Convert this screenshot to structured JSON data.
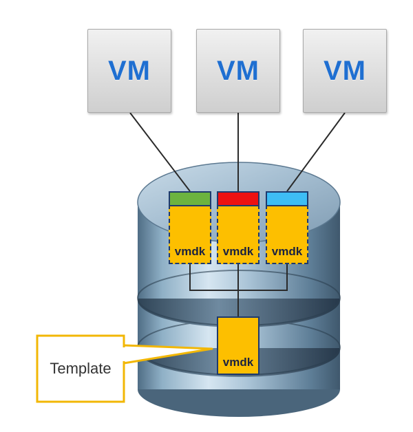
{
  "vms": [
    {
      "label": "VM",
      "disk_color": "#6cb33f",
      "disk_label": "vmdk"
    },
    {
      "label": "VM",
      "disk_color": "#ee1111",
      "disk_label": "vmdk"
    },
    {
      "label": "VM",
      "disk_color": "#3ebdf5",
      "disk_label": "vmdk"
    }
  ],
  "template": {
    "label": "Template",
    "disk_label": "vmdk"
  },
  "colors": {
    "vm_text": "#1f6fd1",
    "disk_fill": "#fdbf00",
    "disk_border": "#1e3a6e",
    "callout_border": "#f2b705",
    "cylinder": "#6e8ea6"
  }
}
